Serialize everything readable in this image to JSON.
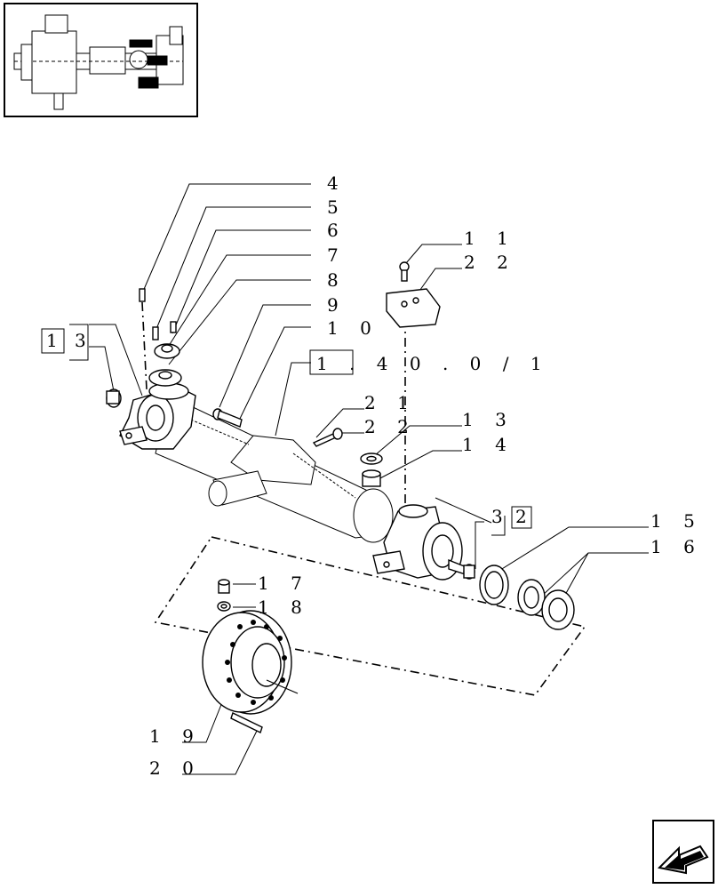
{
  "callouts": {
    "c4": "4",
    "c5": "5",
    "c6": "6",
    "c7": "7",
    "c8": "8",
    "c9": "9",
    "c10": "1 0",
    "c11": "1 1",
    "c22a": "2 2",
    "c1": "1",
    "c3a": "3",
    "ref": "1 . 4 0 . 0 / 1",
    "c21": "2 1",
    "c22b": "2 2",
    "c13": "1 3",
    "c14": "1 4",
    "c3b": "3",
    "c2": "2",
    "c15": "1 5",
    "c16": "1 6",
    "c17": "1 7",
    "c18": "1 8",
    "c19": "1 9",
    "c20": "2 0"
  },
  "icons": {
    "thumbnail": "axle-overview-thumbnail",
    "nav": "arrow-back-icon"
  }
}
